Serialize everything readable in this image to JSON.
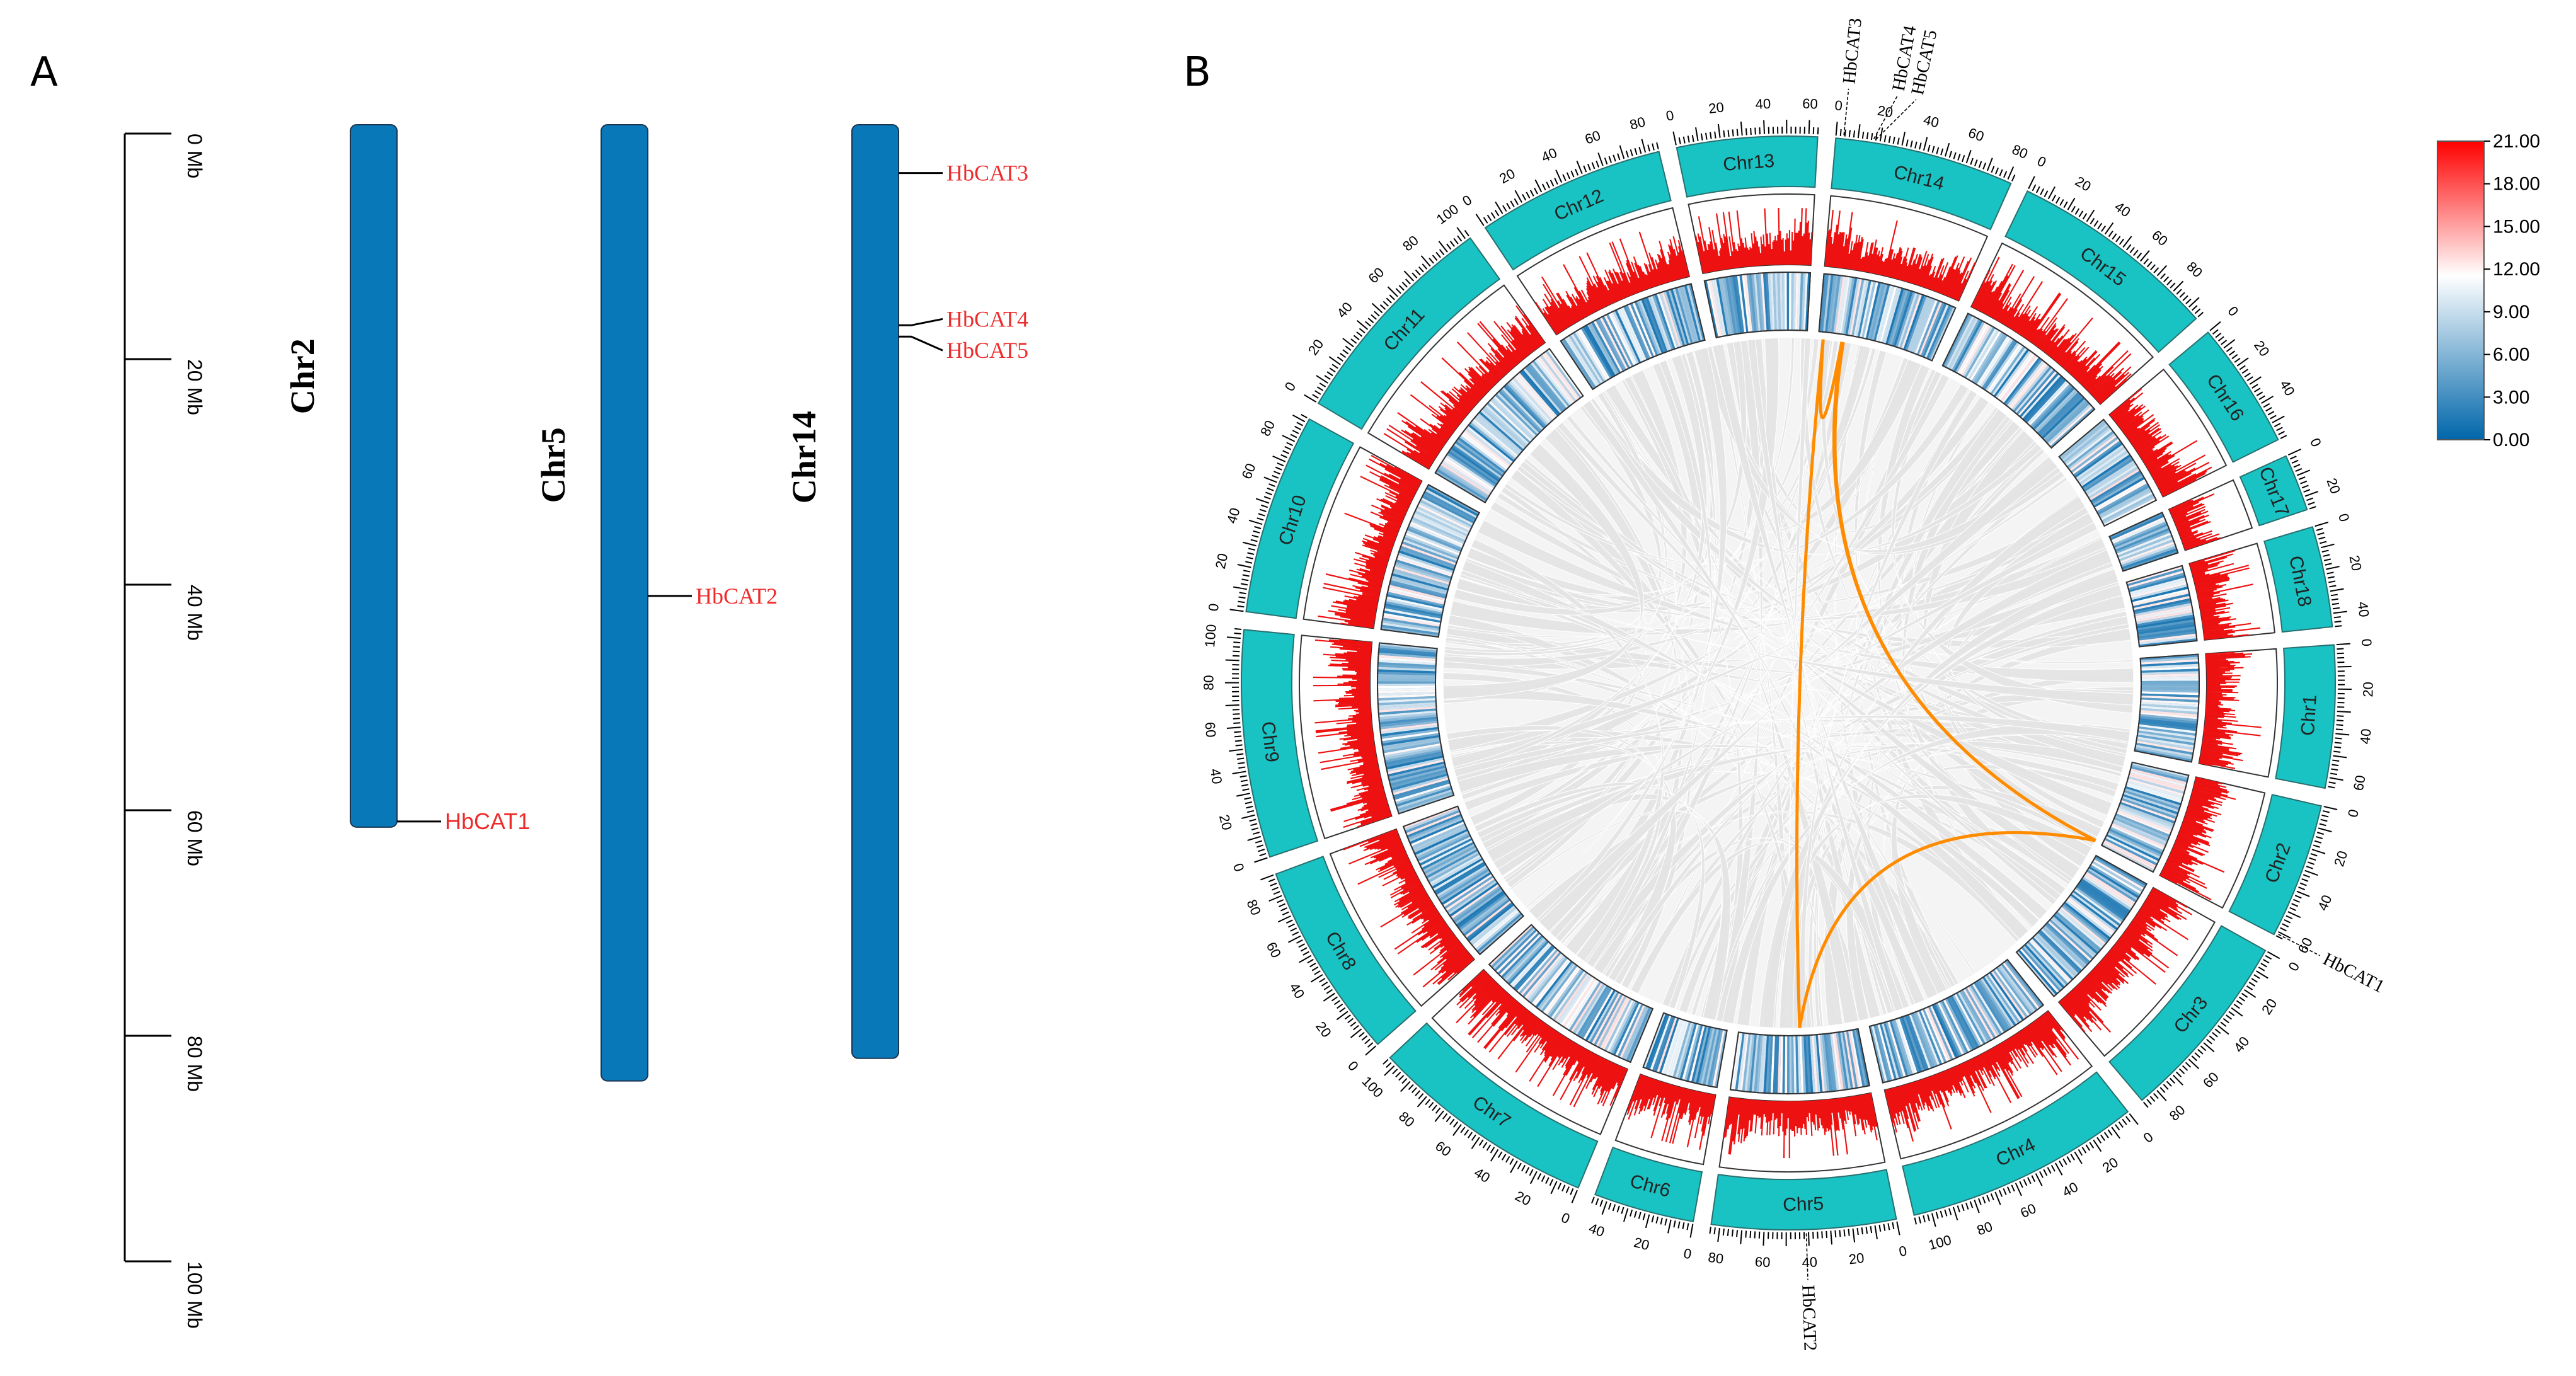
{
  "panels": {
    "a_label": "A",
    "b_label": "B"
  },
  "colors": {
    "chromosome_fill": "#0878b8",
    "gene_label": "#ee2b2b",
    "ideogram_fill": "#19c3c3",
    "density_hist": "#ee1111",
    "link_color": "#ff8c00",
    "synteny_gray": "#e8e8e8"
  },
  "scale_bar": {
    "labels": [
      "0 Mb",
      "20 Mb",
      "40 Mb",
      "60 Mb",
      "80 Mb",
      "100 Mb"
    ],
    "values": [
      0,
      20,
      40,
      60,
      80,
      100
    ]
  },
  "chromosome_map": {
    "chromosomes": [
      {
        "name": "Chr2",
        "length_mb": 61.5
      },
      {
        "name": "Chr5",
        "length_mb": 84
      },
      {
        "name": "Chr14",
        "length_mb": 82
      }
    ],
    "genes": [
      {
        "name": "HbCAT1",
        "chromosome": "Chr2",
        "position_mb": 61
      },
      {
        "name": "HbCAT2",
        "chromosome": "Chr5",
        "position_mb": 41
      },
      {
        "name": "HbCAT3",
        "chromosome": "Chr14",
        "position_mb": 3.5
      },
      {
        "name": "HbCAT4",
        "chromosome": "Chr14",
        "position_mb": 17
      },
      {
        "name": "HbCAT5",
        "chromosome": "Chr14",
        "position_mb": 18
      }
    ]
  },
  "circos": {
    "chromosomes": [
      {
        "name": "Chr1",
        "length": 65,
        "ticks": [
          "0",
          "20",
          "40",
          "60"
        ]
      },
      {
        "name": "Chr2",
        "length": 62,
        "ticks": [
          "0",
          "20",
          "40",
          "60"
        ]
      },
      {
        "name": "Chr3",
        "length": 88,
        "ticks": [
          "0",
          "20",
          "40",
          "60",
          "80"
        ]
      },
      {
        "name": "Chr4",
        "length": 108,
        "ticks": [
          "0",
          "20",
          "40",
          "60",
          "80",
          "100"
        ]
      },
      {
        "name": "Chr5",
        "length": 84,
        "ticks": [
          "0",
          "20",
          "40",
          "60",
          "80"
        ]
      },
      {
        "name": "Chr6",
        "length": 46,
        "ticks": [
          "0",
          "20",
          "40"
        ]
      },
      {
        "name": "Chr7",
        "length": 104,
        "ticks": [
          "0",
          "20",
          "40",
          "60",
          "80",
          "100"
        ]
      },
      {
        "name": "Chr8",
        "length": 90,
        "ticks": [
          "0",
          "20",
          "40",
          "60",
          "80"
        ]
      },
      {
        "name": "Chr9",
        "length": 104,
        "ticks": [
          "0",
          "20",
          "40",
          "60",
          "80",
          "100"
        ]
      },
      {
        "name": "Chr10",
        "length": 92,
        "ticks": [
          "0",
          "20",
          "40",
          "60",
          "80"
        ]
      },
      {
        "name": "Chr11",
        "length": 102,
        "ticks": [
          "0",
          "20",
          "40",
          "60",
          "80",
          "100"
        ]
      },
      {
        "name": "Chr12",
        "length": 86,
        "ticks": [
          "0",
          "20",
          "40",
          "60",
          "80"
        ]
      },
      {
        "name": "Chr13",
        "length": 64,
        "ticks": [
          "0",
          "20",
          "40",
          "60"
        ]
      },
      {
        "name": "Chr14",
        "length": 82,
        "ticks": [
          "0",
          "20",
          "40",
          "60",
          "80"
        ]
      },
      {
        "name": "Chr15",
        "length": 96,
        "ticks": [
          "0",
          "20",
          "40",
          "60",
          "80"
        ]
      },
      {
        "name": "Chr16",
        "length": 58,
        "ticks": [
          "0",
          "20",
          "40"
        ]
      },
      {
        "name": "Chr17",
        "length": 26,
        "ticks": [
          "0",
          "20"
        ]
      },
      {
        "name": "Chr18",
        "length": 46,
        "ticks": [
          "0",
          "20",
          "40"
        ]
      }
    ],
    "gene_labels": [
      {
        "name": "HbCAT1",
        "chromosome": "Chr2",
        "position": 61
      },
      {
        "name": "HbCAT2",
        "chromosome": "Chr5",
        "position": 41
      },
      {
        "name": "HbCAT3",
        "chromosome": "Chr14",
        "position": 3.5
      },
      {
        "name": "HbCAT4",
        "chromosome": "Chr14",
        "position": 17
      },
      {
        "name": "HbCAT5",
        "chromosome": "Chr14",
        "position": 18
      }
    ],
    "links": [
      {
        "from": "HbCAT3",
        "to": "HbCAT2"
      },
      {
        "from": "HbCAT4",
        "to": "HbCAT1"
      },
      {
        "from": "HbCAT5",
        "to": "HbCAT1"
      },
      {
        "from": "HbCAT2",
        "to": "HbCAT1"
      },
      {
        "from": "HbCAT3",
        "to": "HbCAT4"
      }
    ]
  },
  "legend": {
    "labels": [
      "21.00",
      "18.00",
      "15.00",
      "12.00",
      "9.00",
      "6.00",
      "3.00",
      "0.00"
    ],
    "values": [
      21,
      18,
      15,
      12,
      9,
      6,
      3,
      0
    ],
    "gradient": [
      "#ff0000",
      "#ffffff",
      "#0066aa"
    ]
  }
}
